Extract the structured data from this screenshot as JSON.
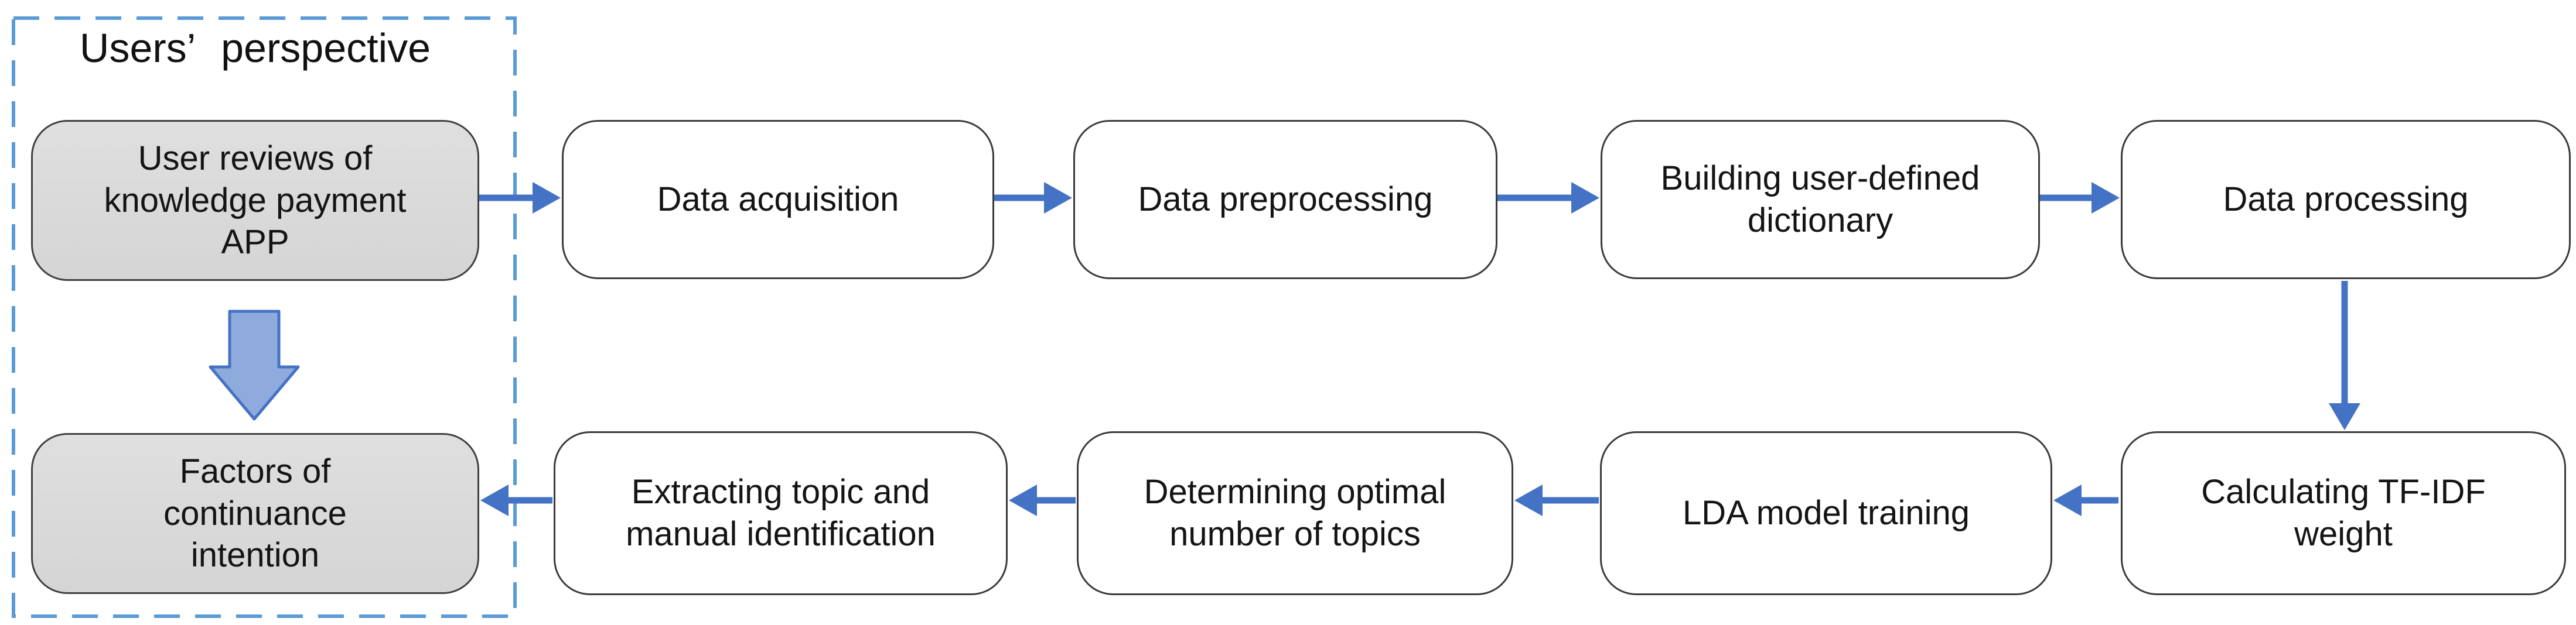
{
  "diagram": {
    "title": "Users’ perspective",
    "group": {
      "label": "Users’ perspective",
      "style": "dashed-border",
      "contains": [
        "user-reviews",
        "factors"
      ]
    },
    "nodes": [
      {
        "id": "user-reviews",
        "label": "User reviews of\nknowledge payment\nAPP",
        "type": "gray"
      },
      {
        "id": "acquisition",
        "label": "Data acquisition",
        "type": "white"
      },
      {
        "id": "preprocessing",
        "label": "Data preprocessing",
        "type": "white"
      },
      {
        "id": "dictionary",
        "label": "Building user-defined\ndictionary",
        "type": "white"
      },
      {
        "id": "processing",
        "label": "Data processing",
        "type": "white"
      },
      {
        "id": "tfidf",
        "label": "Calculating TF-IDF\nweight",
        "type": "white"
      },
      {
        "id": "lda",
        "label": "LDA model training",
        "type": "white"
      },
      {
        "id": "determining",
        "label": "Determining optimal\nnumber of topics",
        "type": "white"
      },
      {
        "id": "extracting",
        "label": "Extracting topic and\nmanual identification",
        "type": "white"
      },
      {
        "id": "factors",
        "label": "Factors of\ncontinuance\nintention",
        "type": "gray"
      }
    ],
    "edges": [
      {
        "from": "user-reviews",
        "to": "acquisition",
        "style": "line-arrow"
      },
      {
        "from": "acquisition",
        "to": "preprocessing",
        "style": "line-arrow"
      },
      {
        "from": "preprocessing",
        "to": "dictionary",
        "style": "line-arrow"
      },
      {
        "from": "dictionary",
        "to": "processing",
        "style": "line-arrow"
      },
      {
        "from": "processing",
        "to": "tfidf",
        "style": "line-arrow"
      },
      {
        "from": "tfidf",
        "to": "lda",
        "style": "line-arrow"
      },
      {
        "from": "lda",
        "to": "determining",
        "style": "line-arrow"
      },
      {
        "from": "determining",
        "to": "extracting",
        "style": "line-arrow"
      },
      {
        "from": "extracting",
        "to": "factors",
        "style": "line-arrow"
      },
      {
        "from": "user-reviews",
        "to": "factors",
        "style": "block-arrow"
      }
    ],
    "colors": {
      "arrow_blue": "#4472C4",
      "block_arrow_fill": "#8FAADC",
      "dashed_border_blue": "#5B9BD5",
      "gray_node_fill": "#D9D9D9",
      "node_border": "#3B3B3B",
      "text": "#141414"
    }
  }
}
